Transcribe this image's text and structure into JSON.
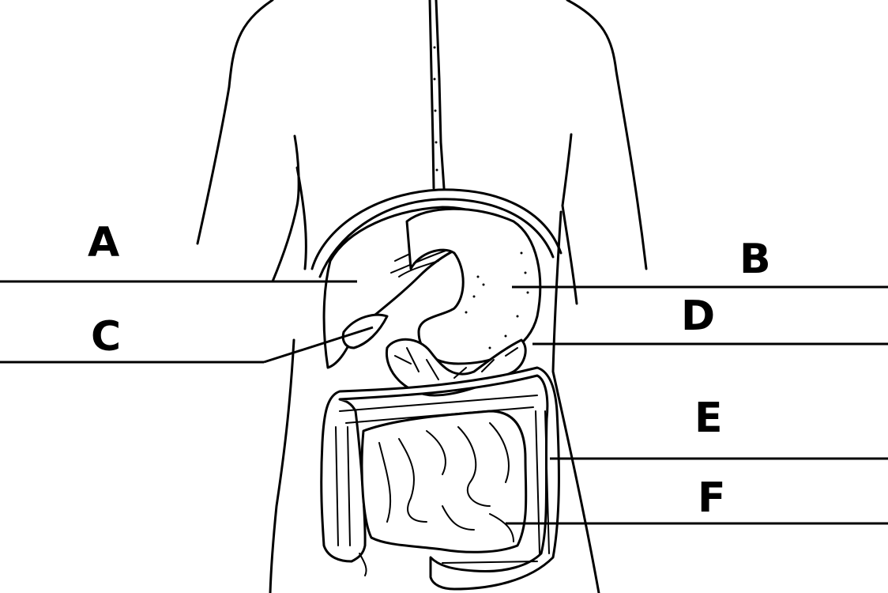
{
  "diagram": {
    "type": "labeled anatomy worksheet",
    "subject": "human digestive system (torso front view)",
    "labels": [
      {
        "id": "A",
        "text": "A",
        "points_to": "liver"
      },
      {
        "id": "B",
        "text": "B",
        "points_to": "stomach"
      },
      {
        "id": "C",
        "text": "C",
        "points_to": "gallbladder"
      },
      {
        "id": "D",
        "text": "D",
        "points_to": "pancreas"
      },
      {
        "id": "E",
        "text": "E",
        "points_to": "large intestine"
      },
      {
        "id": "F",
        "text": "F",
        "points_to": "small intestine"
      }
    ],
    "colors": {
      "line": "#000000",
      "background": "#ffffff"
    }
  }
}
